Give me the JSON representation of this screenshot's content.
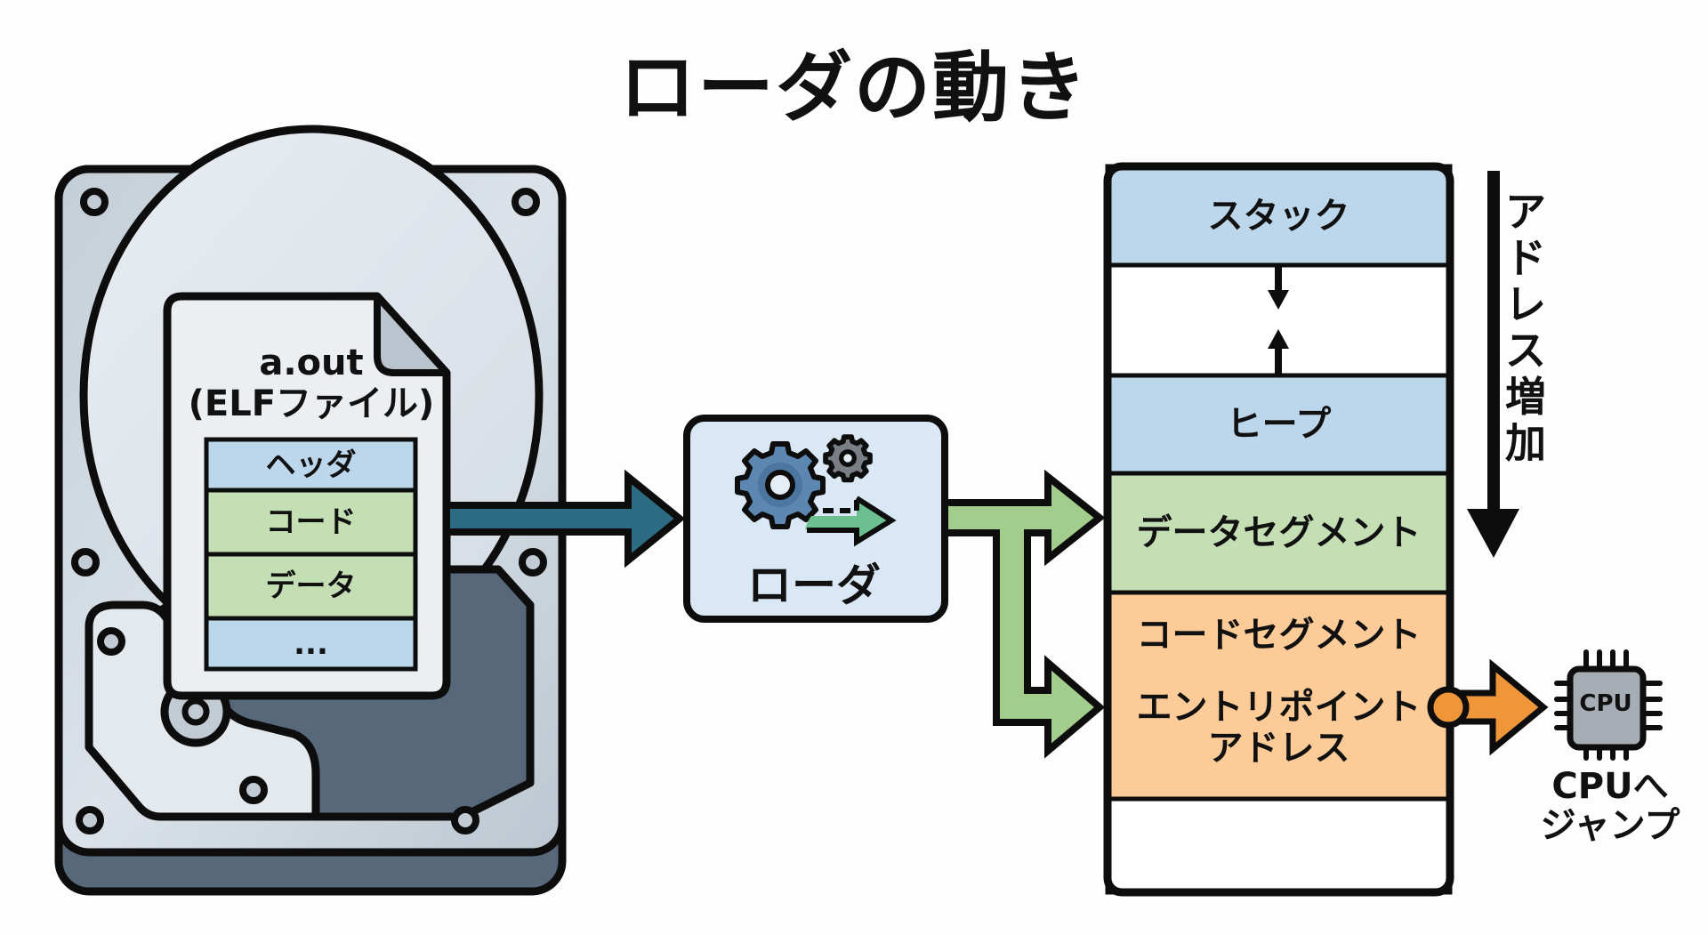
{
  "title": "ローダの動き",
  "disk": {
    "file_name": "a.out",
    "file_type": "(ELFファイル)",
    "sections": [
      {
        "label": "ヘッダ",
        "color": "#bcd6ec"
      },
      {
        "label": "コード",
        "color": "#c3dfb3"
      },
      {
        "label": "データ",
        "color": "#c3dfb3"
      },
      {
        "label": "...",
        "color": "#bcd6ec"
      }
    ]
  },
  "loader": {
    "label": "ローダ"
  },
  "memory": {
    "segments": [
      {
        "label": "スタック",
        "color": "#bcd6ec"
      },
      {
        "label": "",
        "color": "#ffffff"
      },
      {
        "label": "ヒープ",
        "color": "#bcd6ec"
      },
      {
        "label": "データセグメント",
        "color": "#c3dfb3"
      },
      {
        "label": "コードセグメント",
        "color": "#fccb97"
      },
      {
        "label": "",
        "color": "#ffffff"
      }
    ],
    "entry_point_line1": "エントリポイント",
    "entry_point_line2": "アドレス",
    "address_direction_label": "アドレス増加"
  },
  "cpu": {
    "chip_label": "CPU",
    "caption_line1": "CPUへ",
    "caption_line2": "ジャンプ"
  },
  "colors": {
    "disk_arrow": "#2d6b82",
    "loader_arrow": "#a2cd8c",
    "jump_arrow": "#f0963a",
    "loader_box": "#d9e8f4",
    "outline": "#0d0d0d"
  }
}
